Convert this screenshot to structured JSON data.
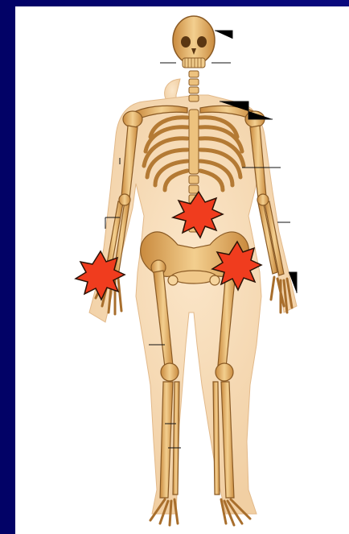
{
  "slide": {
    "background_color": "#0a0a7e",
    "panel_color": "#ffffff"
  },
  "illustration": {
    "subject": "skeleton-anatomy",
    "bone_color": "#e8b872",
    "flesh_color": "#f6d9b8",
    "outline_color": "#8a5a24"
  },
  "markers": [
    {
      "name": "spine-pain-marker",
      "color": "#f03c1e"
    },
    {
      "name": "right-hand-pain-marker",
      "color": "#f03c1e"
    },
    {
      "name": "left-hip-pain-marker",
      "color": "#f03c1e"
    }
  ]
}
